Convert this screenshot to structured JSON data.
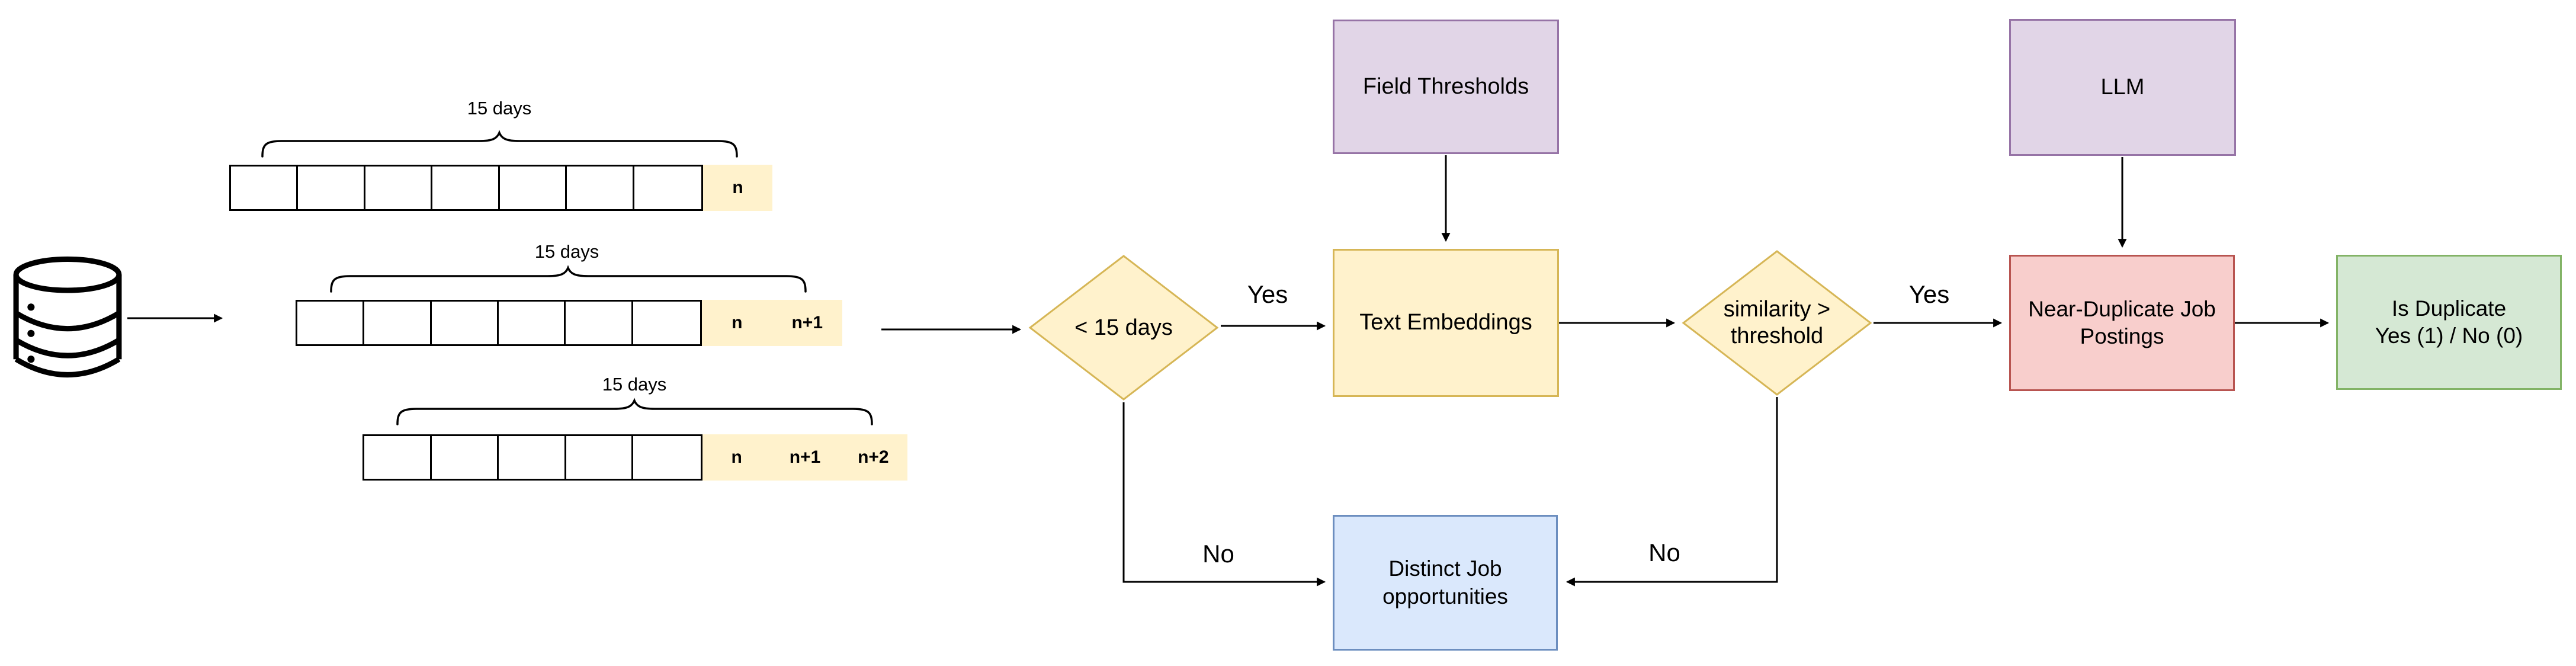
{
  "diagram_title": "job-posting-deduplication-flowchart",
  "source": {
    "icon": "database-icon"
  },
  "rows": [
    {
      "window_label": "15 days",
      "white_cell_count": 7,
      "highlight_cells": [
        "n"
      ]
    },
    {
      "window_label": "15 days",
      "white_cell_count": 6,
      "highlight_cells": [
        "n",
        "n+1"
      ]
    },
    {
      "window_label": "15 days",
      "white_cell_count": 5,
      "highlight_cells": [
        "n",
        "n+1",
        "n+2"
      ]
    }
  ],
  "nodes": {
    "decision_days": {
      "label": "< 15 days",
      "shape": "diamond",
      "fill": "#FFF2CC",
      "stroke": "#D6B656"
    },
    "field_thresholds": {
      "label": "Field Thresholds",
      "shape": "rect",
      "fill": "#E1D5E7",
      "stroke": "#9673A6"
    },
    "text_embeddings": {
      "label": "Text Embeddings",
      "shape": "rect",
      "fill": "#FFF2CC",
      "stroke": "#D6B656"
    },
    "decision_similarity": {
      "lines": [
        "similarity >",
        "threshold"
      ],
      "shape": "diamond",
      "fill": "#FFF2CC",
      "stroke": "#D6B656"
    },
    "llm": {
      "label": "LLM",
      "shape": "rect",
      "fill": "#E1D5E7",
      "stroke": "#9673A6"
    },
    "near_duplicate": {
      "lines": [
        "Near-Duplicate Job",
        "Postings"
      ],
      "shape": "rect",
      "fill": "#F8CECC",
      "stroke": "#B85450"
    },
    "is_duplicate": {
      "lines": [
        "Is Duplicate",
        "Yes (1) / No (0)"
      ],
      "shape": "rect",
      "fill": "#D5E8D4",
      "stroke": "#82B366"
    },
    "distinct_jobs": {
      "lines": [
        "Distinct Job",
        "opportunities"
      ],
      "shape": "rect",
      "fill": "#DAE8FC",
      "stroke": "#6C8EBF"
    }
  },
  "edge_labels": {
    "yes_days": "Yes",
    "no_days": "No",
    "yes_similarity": "Yes",
    "no_similarity": "No"
  },
  "colors": {
    "highlight_cell": "#FFF2CC",
    "connector": "#000000",
    "background": "#ffffff"
  }
}
